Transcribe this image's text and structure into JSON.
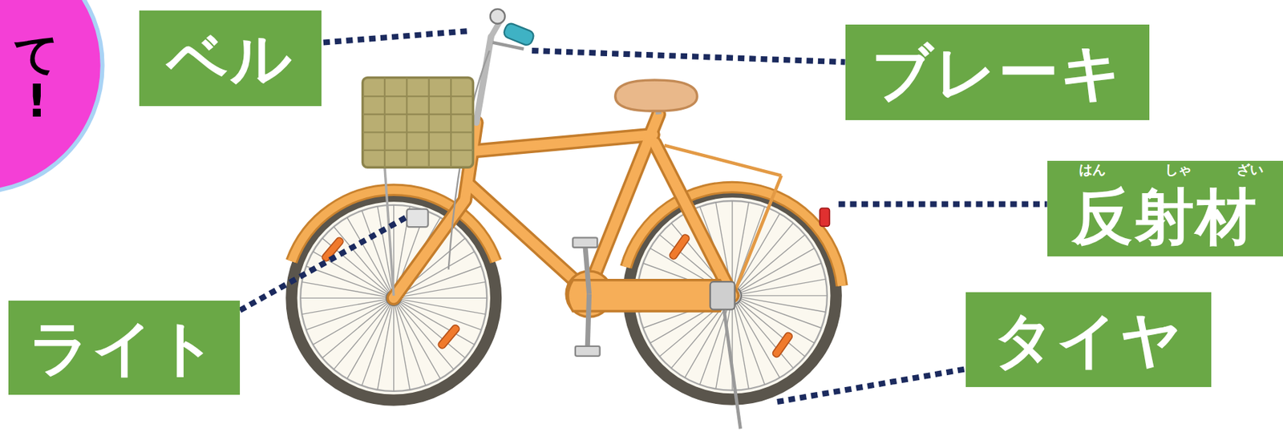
{
  "diagram": {
    "nodes": [
      {
        "text": [
          "て !"
        ]
      },
      {
        "text": [
          "ベル"
        ]
      },
      {
        "text": [
          "ブレーキ"
        ]
      },
      {
        "text": [
          "はん",
          "しゃ",
          "ざい",
          "反射材"
        ]
      },
      {
        "text": [
          "ライト"
        ]
      },
      {
        "text": [
          "タイヤ"
        ]
      }
    ]
  }
}
